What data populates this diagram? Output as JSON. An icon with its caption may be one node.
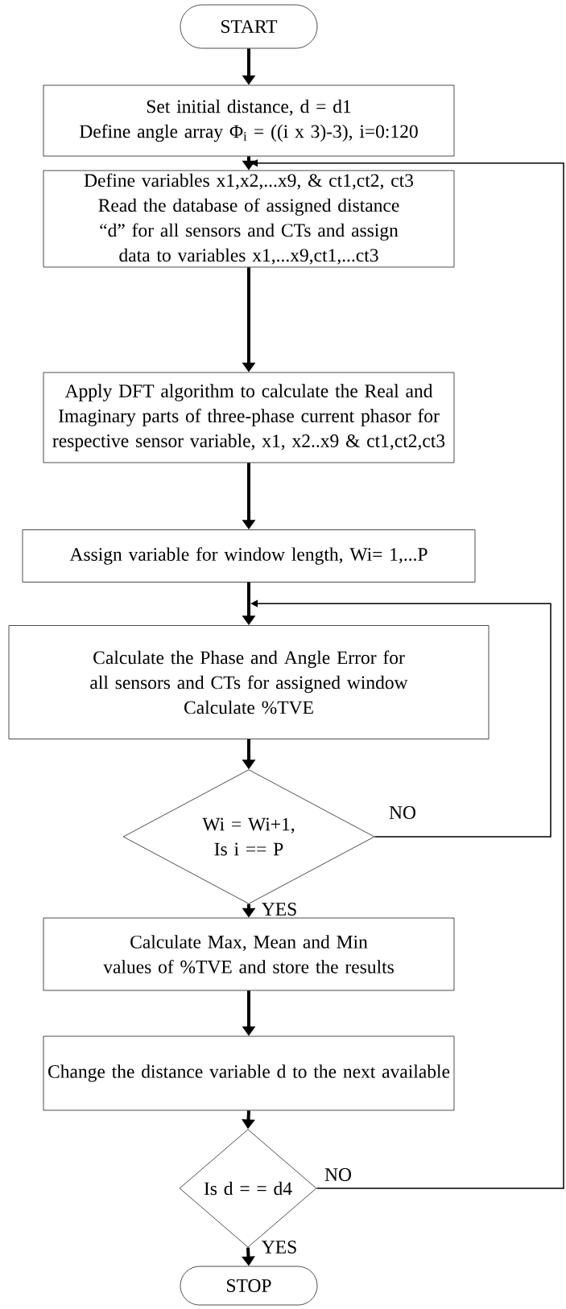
{
  "diagram": {
    "nodes": [
      {
        "text": [
          "START"
        ]
      },
      {
        "text": [
          "Set initial distance, d = d1",
          "Define angle array Φ$_{i}$ = ((i x 3)-3), i=0:120"
        ]
      },
      {
        "text": [
          "Define variables x1,x2,...x9, & ct1,ct2, ct3",
          "Read the database of assigned distance “d” for all sensors and CTs and assign data to variables x1,...x9,ct1,...ct3"
        ]
      },
      {
        "text": [
          "Apply DFT algorithm to calculate the Real and Imaginary parts of three-phase current phasor for respective sensor variable, x1, x2..x9 & ct1,ct2,ct3"
        ]
      },
      {
        "text": [
          "Assign variable for window length, Wi= 1,...P"
        ]
      },
      {
        "text": [
          "Calculate the Phase and Angle Error for all sensors and CTs for assigned window",
          "Calculate %TVE"
        ]
      },
      {
        "text": [
          "Wi = Wi+1, Is i == P"
        ]
      },
      {
        "text": [
          "Calculate Max, Mean and Min values of %TVE and store the results"
        ]
      },
      {
        "text": [
          "Change the distance variable d to the next available"
        ]
      },
      {
        "text": [
          "Is d = = d4"
        ]
      },
      {
        "text": [
          "STOP"
        ]
      }
    ],
    "edges": [
      {
        "from": 0,
        "to": 1,
        "arrow": "to"
      },
      {
        "from": 1,
        "to": 2,
        "arrow": "to"
      },
      {
        "from": 2,
        "to": 3,
        "arrow": "to"
      },
      {
        "from": 3,
        "to": 4,
        "arrow": "to"
      },
      {
        "from": 4,
        "to": 5,
        "arrow": "to"
      },
      {
        "from": 5,
        "to": 6,
        "arrow": "to"
      },
      {
        "from": 6,
        "to": 7,
        "arrow": "to",
        "label": "YES"
      },
      {
        "from": 7,
        "to": 8,
        "arrow": "to"
      },
      {
        "from": 8,
        "to": 9,
        "arrow": "to"
      },
      {
        "from": 9,
        "to": 10,
        "arrow": "to",
        "label": "YES"
      },
      {
        "from": 6,
        "to": 5,
        "arrow": "to",
        "label": "NO"
      },
      {
        "from": 9,
        "to": 2,
        "arrow": "to",
        "label": "NO"
      }
    ]
  }
}
